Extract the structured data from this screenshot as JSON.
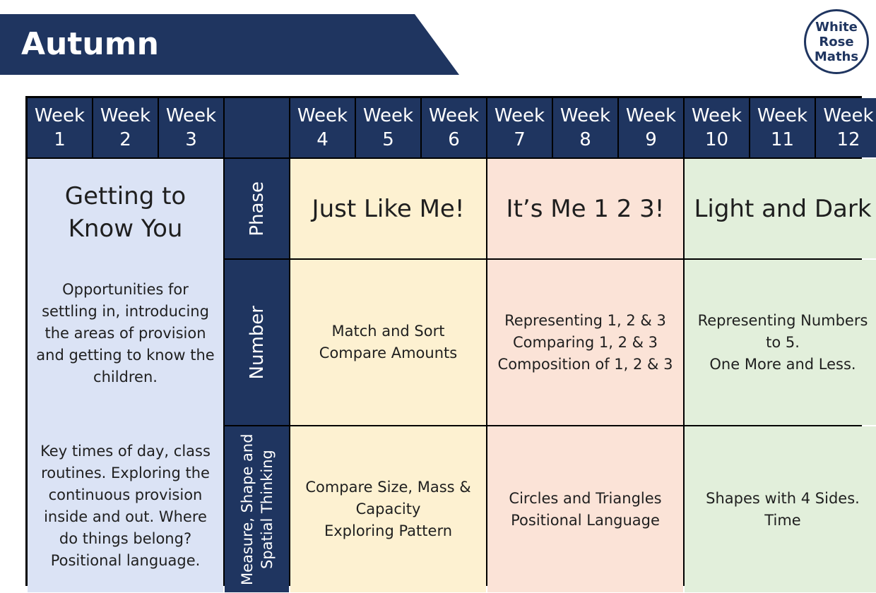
{
  "banner": {
    "title": "Autumn"
  },
  "logo": {
    "lines": [
      "White",
      "Rose",
      "Maths"
    ]
  },
  "weeks": [
    {
      "label": "Week",
      "num": "1"
    },
    {
      "label": "Week",
      "num": "2"
    },
    {
      "label": "Week",
      "num": "3"
    },
    {
      "label": "Week",
      "num": "4"
    },
    {
      "label": "Week",
      "num": "5"
    },
    {
      "label": "Week",
      "num": "6"
    },
    {
      "label": "Week",
      "num": "7"
    },
    {
      "label": "Week",
      "num": "8"
    },
    {
      "label": "Week",
      "num": "9"
    },
    {
      "label": "Week",
      "num": "10"
    },
    {
      "label": "Week",
      "num": "11"
    },
    {
      "label": "Week",
      "num": "12"
    }
  ],
  "intro": {
    "title": "Getting to Know You",
    "para1": "Opportunities for settling in, introducing the areas of provision and getting to know the children.",
    "para2": "Key times of day, class routines. Exploring the continuous provision inside and out. Where do things belong? Positional language."
  },
  "row_labels": {
    "phase": "Phase",
    "number": "Number",
    "measure": "Measure, Shape and Spatial Thinking"
  },
  "phases": [
    "Just Like Me!",
    "It’s Me 1 2 3!",
    "Light and Dark"
  ],
  "number": [
    [
      "Match and Sort",
      "Compare Amounts"
    ],
    [
      "Representing 1, 2 & 3",
      "Comparing 1, 2 & 3",
      "Composition of 1, 2 & 3"
    ],
    [
      "Representing Numbers",
      "to 5.",
      "One More and Less."
    ]
  ],
  "measure": [
    [
      "Compare Size, Mass &",
      "Capacity",
      "Exploring Pattern"
    ],
    [
      "Circles and Triangles",
      "Positional Language"
    ],
    [
      "Shapes with 4 Sides.",
      "Time"
    ]
  ],
  "colors": {
    "navy": "#1f3560",
    "intro_blue": "#dbe3f5",
    "yellow": "#fdf1d1",
    "pink": "#fbe3d7",
    "green": "#e2efdb"
  }
}
